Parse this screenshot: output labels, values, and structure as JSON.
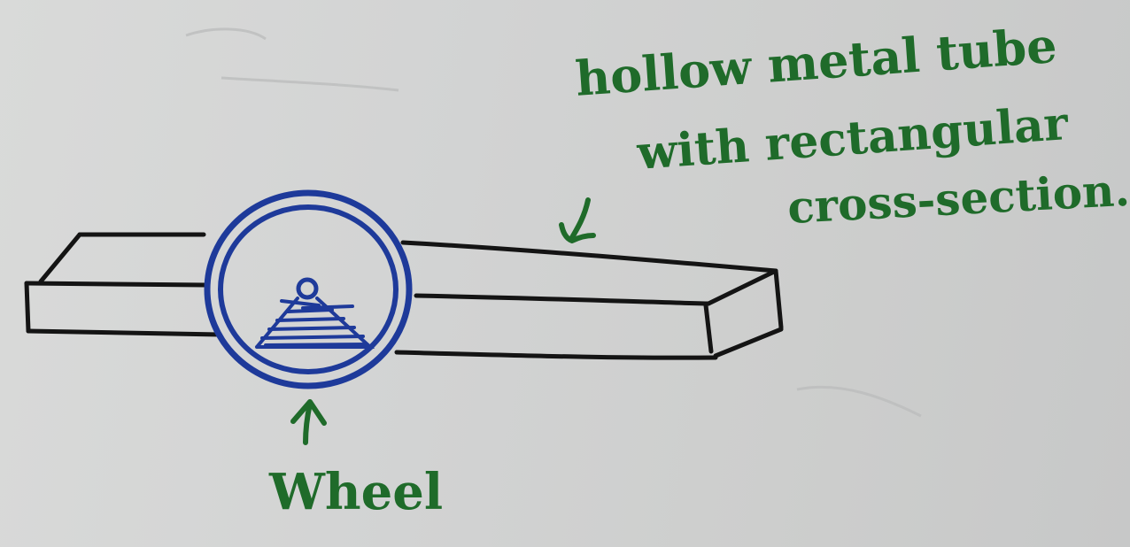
{
  "labels": {
    "tube_line_1": "hollow metal tube",
    "tube_line_2": "with rectangular",
    "tube_line_3": "cross-section.",
    "wheel": "Wheel"
  },
  "colors": {
    "paper": "#d2d3d3",
    "ink_black": "#141414",
    "ink_blue": "#1e3a9a",
    "ink_green": "#1f6b2a"
  }
}
